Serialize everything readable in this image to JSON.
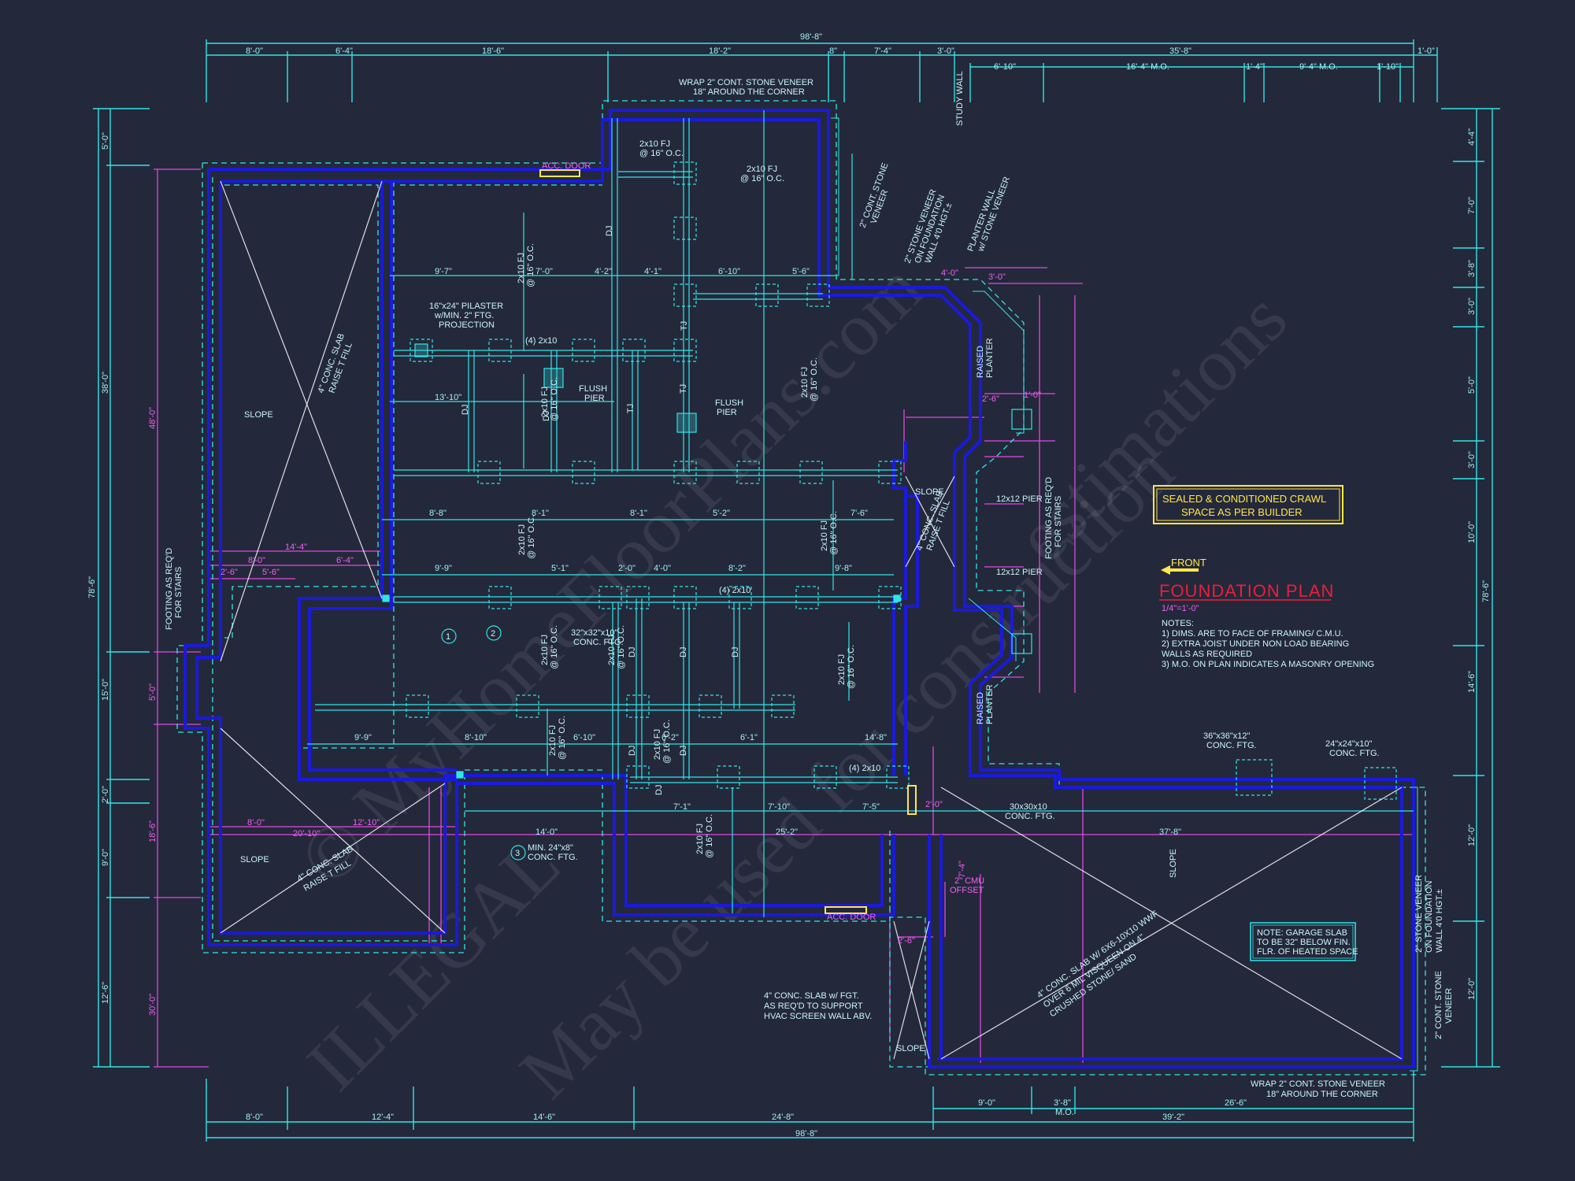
{
  "colors": {
    "background": "#24283b",
    "wall": "#1a1adb",
    "cyan": "#2ee6e6",
    "magenta": "#e048e0",
    "yellow": "#ffe84a",
    "red": "#e8203a",
    "white": "#ffffff"
  },
  "title": "FOUNDATION PLAN",
  "scale": "1/4\"=1'-0\"",
  "front_label": "FRONT",
  "crawl_note": [
    "SEALED & CONDITIONED CRAWL",
    "SPACE AS PER BUILDER"
  ],
  "notes_heading": "NOTES:",
  "notes": [
    "1) DIMS. ARE TO FACE OF FRAMING/ C.M.U.",
    "2) EXTRA JOIST UNDER NON LOAD BEARING",
    "   WALLS AS REQUIRED",
    "3) M.O. ON PLAN INDICATES A MASONRY OPENING"
  ],
  "garage_note": [
    "NOTE: GARAGE SLAB",
    "TO BE 32\" BELOW FIN.",
    "FLR. OF HEATED SPACE"
  ],
  "top_overall": "98'-8\"",
  "bottom_overall": "98'-8\"",
  "left_overall": "78'-6\"",
  "right_overall": "78'-6\"",
  "top_dims": [
    "8'-0\"",
    "6'-4\"",
    "18'-6\"",
    "18'-2\"",
    "8\"",
    "7'-4\"",
    "3'-0\"",
    "35'-8\"",
    "1'-0\""
  ],
  "top_dims2": [
    "6'-10\"",
    "16'-4\" M.O.",
    "1'-4\"",
    "9'-4\" M.O.",
    "1'-10\""
  ],
  "bottom_dims": [
    "8'-0\"",
    "12'-4\"",
    "14'-6\"",
    "24'-8\"",
    "39'-2\""
  ],
  "bottom_dims2": [
    "9'-0\"",
    "3'-8\"",
    "26'-6\""
  ],
  "bottom_mo": "M.O.",
  "left_dims": [
    "5'-0\"",
    "38'-0\"",
    "15'-0\"",
    "2'-0\"",
    "9'-0\"",
    "12'-6\""
  ],
  "right_dims": [
    "4'-4\"",
    "7'-0\"",
    "3'-8\"",
    "3'-0\"",
    "5'-0\"",
    "3'-0\"",
    "10'-0\"",
    "14'-6\"",
    "12'-0\"",
    "12'-0\""
  ],
  "left_magenta_dims": [
    "48'-0\"",
    "5'-0\"",
    "18'-6\"",
    "30'-0\""
  ],
  "labels": {
    "wrap_top": [
      "WRAP 2\" CONT. STONE VENEER",
      "18\" AROUND THE CORNER"
    ],
    "wrap_bottom": [
      "WRAP 2\" CONT. STONE VENEER",
      "18\" AROUND THE CORNER"
    ],
    "acc_door": "ACC. DOOR",
    "study_wall": "STUDY WALL",
    "cont_stone_veneer": [
      "2\" CONT. STONE",
      "VENEER"
    ],
    "stone_on_fdn": [
      "2\" STONE VENEER",
      "ON FOUNDATION",
      "WALL 4'0 HGT.±"
    ],
    "planter_wall": [
      "PLANTER WALL",
      "w/ STONE VENEER"
    ],
    "raised_planter": [
      "RAISED",
      "PLANTER"
    ],
    "pilaster": [
      "16\"x24\" PILASTER",
      "w/MIN. 2\" FTG.",
      "PROJECTION"
    ],
    "flush_pier": [
      "FLUSH",
      "PIER"
    ],
    "slope": "SLOPE",
    "conc_slab_fill": [
      "4\" CONC. SLAB",
      "RAISE T FILL"
    ],
    "pier_12x12": "12x12 PIER",
    "footing_stairs": [
      "FOOTING AS REQ'D",
      "FOR STAIRS"
    ],
    "conc_ftg_32": [
      "32\"x32\"x10\"",
      "CONC. FTG."
    ],
    "conc_ftg_36": [
      "36\"x36\"x12\"",
      "CONC. FTG."
    ],
    "conc_ftg_24": [
      "24\"x24\"x10\"",
      "CONC. FTG."
    ],
    "conc_ftg_30": [
      "30x30x10",
      "CONC. FTG."
    ],
    "min_24x8": [
      "MIN. 24\"x8\"",
      "CONC. FTG."
    ],
    "cmu_offset": [
      "2\" CMU",
      "OFFSET"
    ],
    "hvac_slab": [
      "4\" CONC. SLAB w/ FGT.",
      "AS REQ'D TO SUPPORT",
      "HVAC SCREEN WALL ABV."
    ],
    "garage_slab": [
      "4\" CONC. SLAB W/ 6X6-10X10 WWF",
      "OVER 6 MIL VISQUEEN ON 4\"",
      "CRUSHED STONE/ SAND"
    ],
    "joists_2x10": [
      "2x10 FJ",
      "@ 16\" O.C."
    ],
    "joists_4_2x10": "(4) 2x10",
    "dj": "DJ",
    "tj": "TJ"
  },
  "interior_dims_cyan": [
    "9'-7\"",
    "7'-0\"",
    "4'-2\"",
    "4'-1\"",
    "6'-10\"",
    "5'-6\"",
    "13'-10\"",
    "8'-8\"",
    "8'-1\"",
    "8'-1\"",
    "5'-2\"",
    "7'-6\"",
    "9'-9\"",
    "5'-1\"",
    "2'-0\"",
    "4'-0\"",
    "8'-2\"",
    "9'-8\"",
    "9'-9\"",
    "8'-10\"",
    "6'-10\"",
    "6'-2\"",
    "6'-1\"",
    "14'-8\"",
    "7'-1\"",
    "7'-10\"",
    "7'-5\"",
    "14'-0\"",
    "25'-2\"",
    "37'-8\""
  ],
  "interior_dims_magenta": [
    "14'-4\"",
    "8'-0\"",
    "6'-4\"",
    "2'-6\"",
    "5'-6\"",
    "8'-0\"",
    "20'-10\"",
    "12'-10\"",
    "2'-0\"",
    "2'-6\"",
    "3'-0\"",
    "4'-0\"",
    "7'-4\"",
    "2'-6\"",
    "1'-0\""
  ],
  "callouts": [
    "1",
    "2",
    "3"
  ],
  "watermark": [
    "© MyHomeFloorPlans.com",
    "ILLEGAL",
    "May be used for construction",
    "estimations"
  ]
}
